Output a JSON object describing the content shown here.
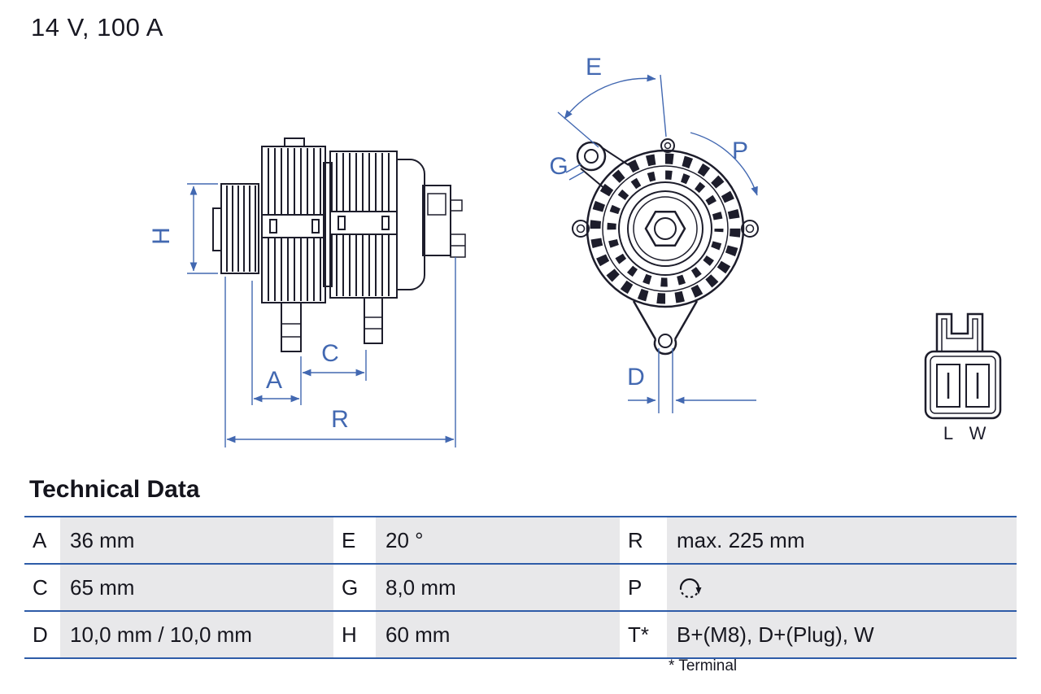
{
  "header": {
    "title": "14 V, 100 A"
  },
  "diagram": {
    "dimension_labels": {
      "H": "H",
      "A": "A",
      "C": "C",
      "R": "R",
      "E": "E",
      "G": "G",
      "P": "P",
      "D": "D"
    },
    "connector_labels": {
      "left": "L",
      "right": "W"
    },
    "colors": {
      "ink": "#1d1d2b",
      "dimension": "#4268b1"
    }
  },
  "technical_data": {
    "heading": "Technical Data",
    "rows": [
      {
        "k1": "A",
        "v1": "36 mm",
        "k2": "E",
        "v2": "20 °",
        "k3": "R",
        "v3": "max. 225 mm"
      },
      {
        "k1": "C",
        "v1": "65 mm",
        "k2": "G",
        "v2": "8,0 mm",
        "k3": "P",
        "v3": "",
        "v3_icon": "rotation-direction-icon"
      },
      {
        "k1": "D",
        "v1": "10,0 mm / 10,0 mm",
        "k2": "H",
        "v2": "60 mm",
        "k3": "T*",
        "v3": "B+(M8), D+(Plug), W"
      }
    ],
    "footnote": "* Terminal",
    "colors": {
      "border": "#2e5ca8",
      "value_bg": "#e8e8ea"
    }
  }
}
